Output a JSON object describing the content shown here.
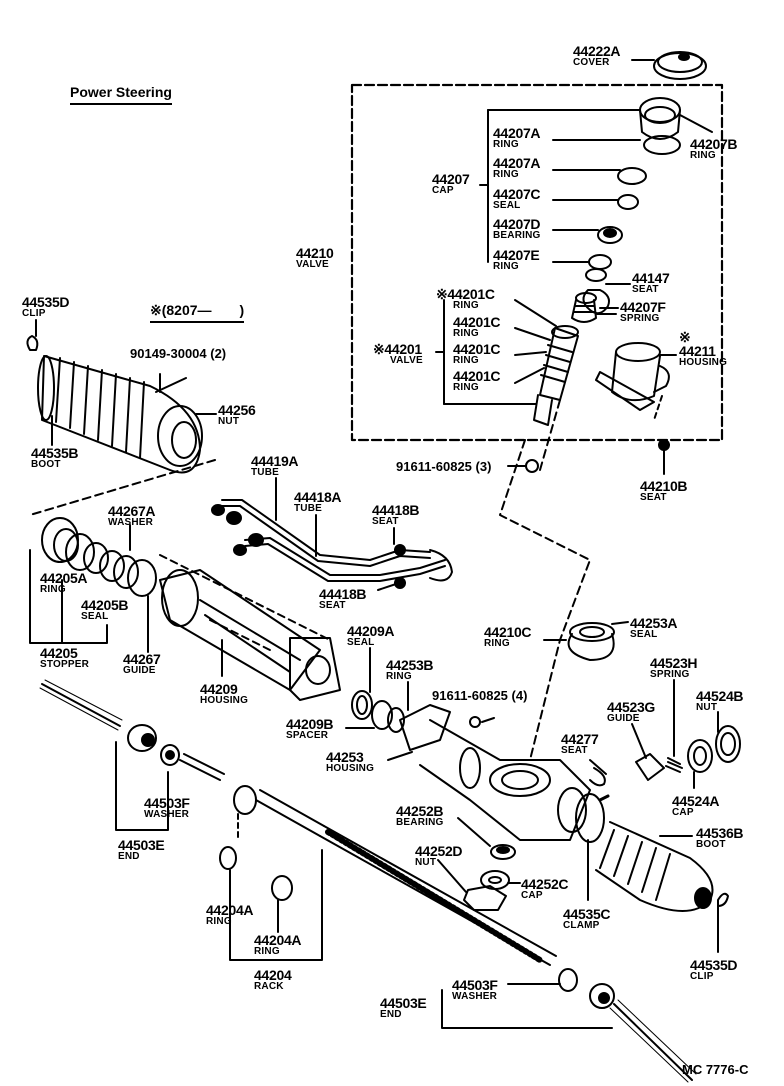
{
  "title": "Power Steering",
  "variant_note": "※(8207—　　)",
  "drawing_code": "MC  7776-C",
  "parts": {
    "p44222A": {
      "num": "44222A",
      "name": "COVER"
    },
    "p44207B": {
      "num": "44207B",
      "name": "RING"
    },
    "p44207A_1": {
      "num": "44207A",
      "name": "RING"
    },
    "p44207A_2": {
      "num": "44207A",
      "name": "RING"
    },
    "p44207": {
      "num": "44207",
      "name": "CAP"
    },
    "p44207C": {
      "num": "44207C",
      "name": "SEAL"
    },
    "p44207D": {
      "num": "44207D",
      "name": "BEARING"
    },
    "p44207E": {
      "num": "44207E",
      "name": "RING"
    },
    "p44210": {
      "num": "44210",
      "name": "VALVE"
    },
    "p44147": {
      "num": "44147",
      "name": "SEAT"
    },
    "p44207F": {
      "num": "44207F",
      "name": "SPRING"
    },
    "p44201C_1": {
      "num": "※44201C",
      "name": "RING"
    },
    "p44201C_2": {
      "num": "44201C",
      "name": "RING"
    },
    "p44201C_3": {
      "num": "44201C",
      "name": "RING"
    },
    "p44201C_4": {
      "num": "44201C",
      "name": "RING"
    },
    "p44201": {
      "num": "※44201",
      "name": "VALVE"
    },
    "p44211": {
      "num": "※ 44211",
      "name": "HOUSING"
    },
    "p44210B": {
      "num": "44210B",
      "name": "SEAT"
    },
    "p44535D_1": {
      "num": "44535D",
      "name": "CLIP"
    },
    "p44256": {
      "num": "44256",
      "name": "NUT"
    },
    "p44535B": {
      "num": "44535B",
      "name": "BOOT"
    },
    "p44419A": {
      "num": "44419A",
      "name": "TUBE"
    },
    "p44418A": {
      "num": "44418A",
      "name": "TUBE"
    },
    "p44418B_1": {
      "num": "44418B",
      "name": "SEAT"
    },
    "p44418B_2": {
      "num": "44418B",
      "name": "SEAT"
    },
    "p44267A": {
      "num": "44267A",
      "name": "WASHER"
    },
    "p44205A": {
      "num": "44205A",
      "name": "RING"
    },
    "p44205B": {
      "num": "44205B",
      "name": "SEAL"
    },
    "p44205": {
      "num": "44205",
      "name": "STOPPER"
    },
    "p44267": {
      "num": "44267",
      "name": "GUIDE"
    },
    "p44209": {
      "num": "44209",
      "name": "HOUSING"
    },
    "p44209A": {
      "num": "44209A",
      "name": "SEAL"
    },
    "p44253B": {
      "num": "44253B",
      "name": "RING"
    },
    "p44209B": {
      "num": "44209B",
      "name": "SPACER"
    },
    "p44253": {
      "num": "44253",
      "name": "HOUSING"
    },
    "p44210C": {
      "num": "44210C",
      "name": "RING"
    },
    "p44253A": {
      "num": "44253A",
      "name": "SEAL"
    },
    "p44523H": {
      "num": "44523H",
      "name": "SPRING"
    },
    "p44524B": {
      "num": "44524B",
      "name": "NUT"
    },
    "p44523G": {
      "num": "44523G",
      "name": "GUIDE"
    },
    "p44277": {
      "num": "44277",
      "name": "SEAT"
    },
    "p44524A": {
      "num": "44524A",
      "name": "CAP"
    },
    "p44252B": {
      "num": "44252B",
      "name": "BEARING"
    },
    "p44536B": {
      "num": "44536B",
      "name": "BOOT"
    },
    "p44252D": {
      "num": "44252D",
      "name": "NUT"
    },
    "p44252C": {
      "num": "44252C",
      "name": "CAP"
    },
    "p44535C": {
      "num": "44535C",
      "name": "CLAMP"
    },
    "p44535D_2": {
      "num": "44535D",
      "name": "CLIP"
    },
    "p44503F_1": {
      "num": "44503F",
      "name": "WASHER"
    },
    "p44503E_1": {
      "num": "44503E",
      "name": "END"
    },
    "p44204A_1": {
      "num": "44204A",
      "name": "RING"
    },
    "p44204A_2": {
      "num": "44204A",
      "name": "RING"
    },
    "p44204": {
      "num": "44204",
      "name": "RACK"
    },
    "p44503F_2": {
      "num": "44503F",
      "name": "WASHER"
    },
    "p44503E_2": {
      "num": "44503E",
      "name": "END"
    }
  },
  "bolts": {
    "b90149": "90149-30004 (2)",
    "b91611_3": "91611-60825 (3)",
    "b91611_4": "91611-60825 (4)"
  }
}
